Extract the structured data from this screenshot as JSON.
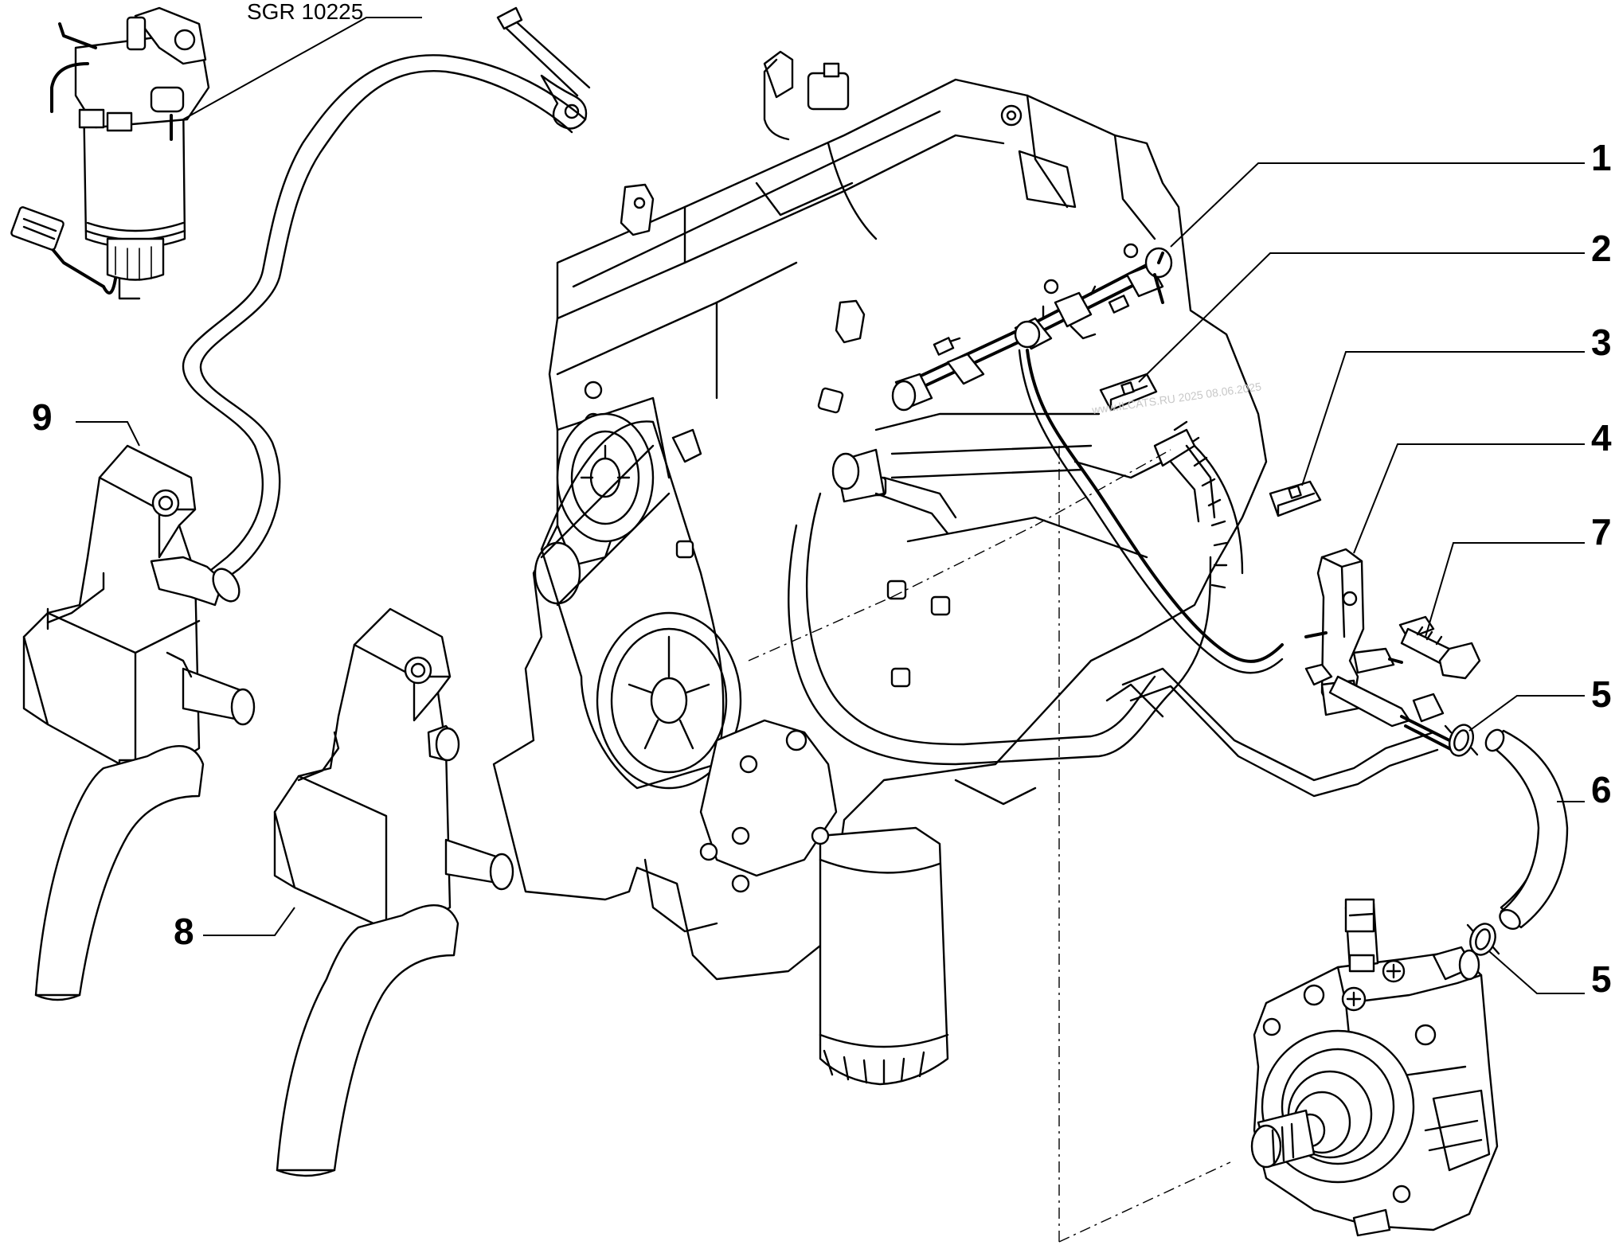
{
  "reference_code": "SGR 10225",
  "watermark": "www.ILCATS.RU 2025 08.06.2025",
  "callouts": {
    "c1": "1",
    "c2": "2",
    "c3": "3",
    "c4": "4",
    "c5a": "5",
    "c5b": "5",
    "c6": "6",
    "c7": "7",
    "c8": "8",
    "c9": "9"
  },
  "colors": {
    "line": "#000000",
    "background": "#ffffff",
    "watermark": "#c8c8c8"
  }
}
